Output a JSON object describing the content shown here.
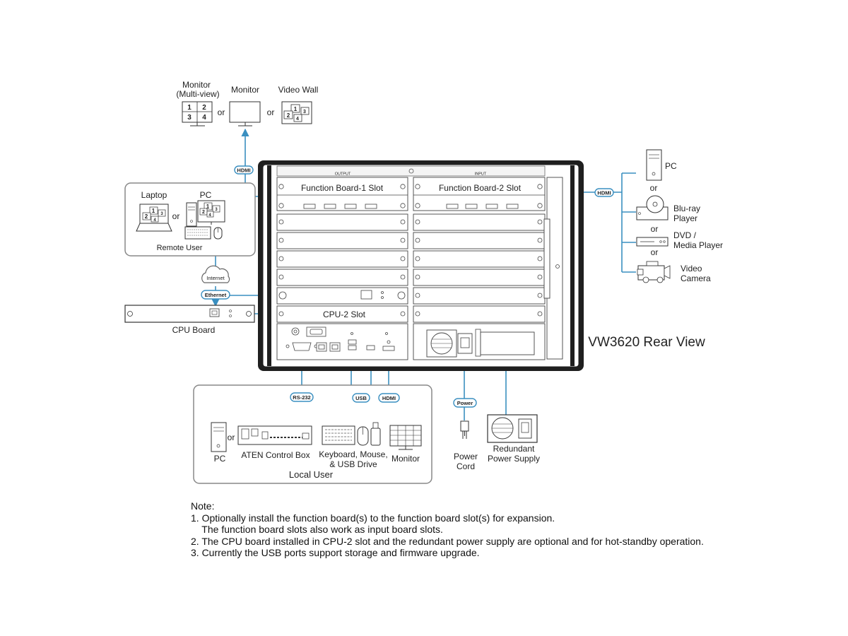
{
  "colors": {
    "cable": "#3a8fc0",
    "outline": "#333333",
    "panel": "#f2f2f2",
    "chassis": "#222222"
  },
  "outputs": {
    "monitor_multiview": "Monitor",
    "monitor_multiview_sub": "(Multi-view)",
    "monitor": "Monitor",
    "video_wall": "Video Wall",
    "or": "or",
    "grid_numbers": [
      "1",
      "2",
      "3",
      "4"
    ],
    "wall_numbers": [
      "1",
      "2",
      "3",
      "4"
    ]
  },
  "remote": {
    "laptop": "Laptop",
    "pc": "PC",
    "or": "or",
    "label": "Remote User",
    "internet": "Internet",
    "ethernet": "Ethernet",
    "laptop_numbers": [
      "1",
      "2",
      "3",
      "4"
    ],
    "pc_numbers": [
      "1",
      "2",
      "3",
      "4"
    ]
  },
  "cpu_board": {
    "label": "CPU Board"
  },
  "chassis": {
    "output_strip": "OUTPUT",
    "input_strip": "INPUT",
    "slot1": "Function Board-1 Slot",
    "slot2": "Function Board-2 Slot",
    "cpu2": "CPU-2 Slot",
    "title": "VW3620 Rear View"
  },
  "sources": {
    "pc": "PC",
    "or1": "or",
    "bluray_line1": "Blu-ray",
    "bluray_line2": "Player",
    "or2": "or",
    "dvd_line1": "DVD /",
    "dvd_line2": "Media Player",
    "or3": "or",
    "video_line1": "Video",
    "video_line2": "Camera"
  },
  "cable_labels": {
    "hdmi_out": "HDMI",
    "hdmi_in": "HDMI",
    "rs232": "RS-232",
    "usb": "USB",
    "hdmi_local": "HDMI",
    "power": "Power"
  },
  "local": {
    "pc": "PC",
    "or": "or",
    "control_box": "ATEN Control Box",
    "kbd_line1": "Keyboard, Mouse,",
    "kbd_line2": "& USB Drive",
    "monitor": "Monitor",
    "label": "Local User"
  },
  "power": {
    "cord_line1": "Power",
    "cord_line2": "Cord",
    "redundant_line1": "Redundant",
    "redundant_line2": "Power Supply"
  },
  "notes": {
    "heading": "Note:",
    "n1": "1. Optionally install the function board(s) to the function board slot(s) for expansion.",
    "n1b": "    The function board slots also work as input board slots.",
    "n2": "2. The CPU board installed in CPU-2 slot and the redundant power supply are optional and for hot-standby operation.",
    "n3": "3. Currently the USB ports support storage and firmware upgrade."
  }
}
